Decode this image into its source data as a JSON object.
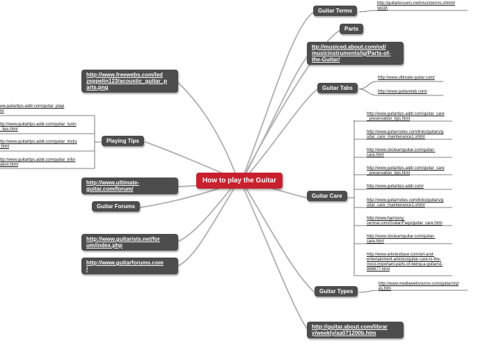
{
  "central": {
    "label": "How to play the Guitar"
  },
  "colors": {
    "central": "#c8202e",
    "topic": "#4d4d4d",
    "branch": "#b4b4b4",
    "text": "#111111"
  },
  "right_topics": {
    "guitar_terms": {
      "label": "Guitar Terms",
      "links": [
        "http://guitarlessons.net/musicterms.shtml#\nsectA"
      ]
    },
    "parts": {
      "label": "Parts"
    },
    "about_parts": {
      "label": "ttp://musiced.about.com/od/\nmusicinstruments/ig/Parts-of-\nthe-Guitar/"
    },
    "guitar_tabs": {
      "label": "Guitar Tabs",
      "links": [
        "http://www.ultimate-guitar.com/",
        "http://www.guitaretab.com/"
      ]
    },
    "guitar_care": {
      "label": "Guitar Care",
      "links": [
        "http://www.guitartips.addr.com/guitar_care\n_preservation_tips.html",
        "http://www.guitarnotes.com/links/guitars/g\nuitar_care_maintenance1.shtml",
        "http://www.sbclearnguitar.com/guitar-\ncare.html",
        "http://www.guitartips.addr.com/guitar_care\n_preservation_tips.html",
        "http://www.guitartips.addr.com/",
        "http://www.guitarnotes.com/links/guitars/g\nuitar_care_maintenance1.shtml",
        "http://www.harmony-\ncentral.com/Guitar/Faqs/guitar_care.html",
        "http://www.sbclearnguitar.com/guitar-\ncare.html",
        "http://www.articlesbase.com/art-and-\nentertainment-articles/guitar-care-is-the-\nmost-important-parts-of-being-a-guitarist-\n868877.html"
      ]
    },
    "guitar_types": {
      "label": "Guitar Types",
      "links": [
        "http://www.mediawebsource.com/guitar/styl\nes.htm"
      ]
    },
    "about_weekly": {
      "label": "http://guitar.about.com/librar\ny/weekly/aa071200b.htm"
    }
  },
  "left_topics": {
    "freewebs": {
      "label": "http://www.freewebs.com/led\nzeppelin123/acoustic_guitar_p\narts.png"
    },
    "playing_tips": {
      "label": "Playing Tips",
      "links": [
        "http://www.guitartips.addr.com/guitar_playi\n_tips.html",
        "ttp://www.guitartips.addr.com/guitar_tunin\n_tips.html",
        "ttp://www.guitartips.addr.com/guitar_tricks\n.html",
        "ttp://www.guitartips.addr.com/guitar_infor\nation.html"
      ]
    },
    "ultimate_forum": {
      "label": "http://www.ultimate-\nguitar.com/forum/"
    },
    "guitar_forums": {
      "label": "Guitar Forums"
    },
    "guitarists": {
      "label": "http://www.guitarists.net/for\num/index.php"
    },
    "guitarforums": {
      "label": "http://www.guitarforums.com\n/"
    }
  }
}
